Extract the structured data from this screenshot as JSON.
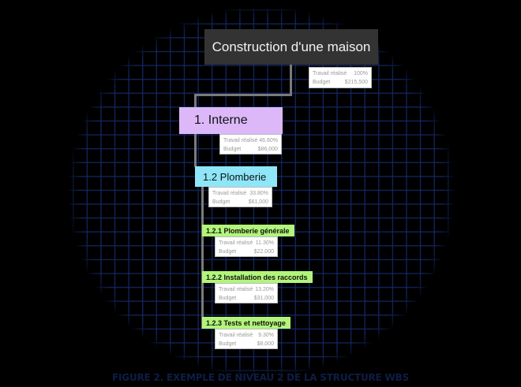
{
  "diagram": {
    "root": {
      "label": "Construction d'une maison",
      "work_label": "Travail réalisé",
      "work_value": "100%",
      "budget_label": "Budget",
      "budget_value": "$215,500"
    },
    "level1": {
      "label": "1. Interne",
      "work_label": "Travail réalisé",
      "work_value": "46.60%",
      "budget_label": "Budget",
      "budget_value": "$86,000"
    },
    "level2": {
      "label": "1.2 Plomberie",
      "work_label": "Travail réalisé",
      "work_value": "33.80%",
      "budget_label": "Budget",
      "budget_value": "$61,000"
    },
    "level3": [
      {
        "label": "1.2.1 Plomberie générale",
        "work_label": "Travail réalisé",
        "work_value": "11.30%",
        "budget_label": "Budget",
        "budget_value": "$22,000"
      },
      {
        "label": "1.2.2 Installation des raccords",
        "work_label": "Travail réalisé",
        "work_value": "13.20%",
        "budget_label": "Budget",
        "budget_value": "$31,000"
      },
      {
        "label": "1.2.3 Tests et nettoyage",
        "work_label": "Travail réalisé",
        "work_value": "9.30%",
        "budget_label": "Budget",
        "budget_value": "$8,000"
      }
    ]
  },
  "caption": "FIGURE 2. EXEMPLE DE NIVEAU 2 DE LA STRUCTURE WBS",
  "colors": {
    "root_bg": "#333333",
    "level1_bg": "#dcb8f8",
    "level2_bg": "#8ee6f8",
    "level3_bg": "#b2f57a",
    "connector": "#7a7a7a",
    "grid": "#14286a"
  }
}
